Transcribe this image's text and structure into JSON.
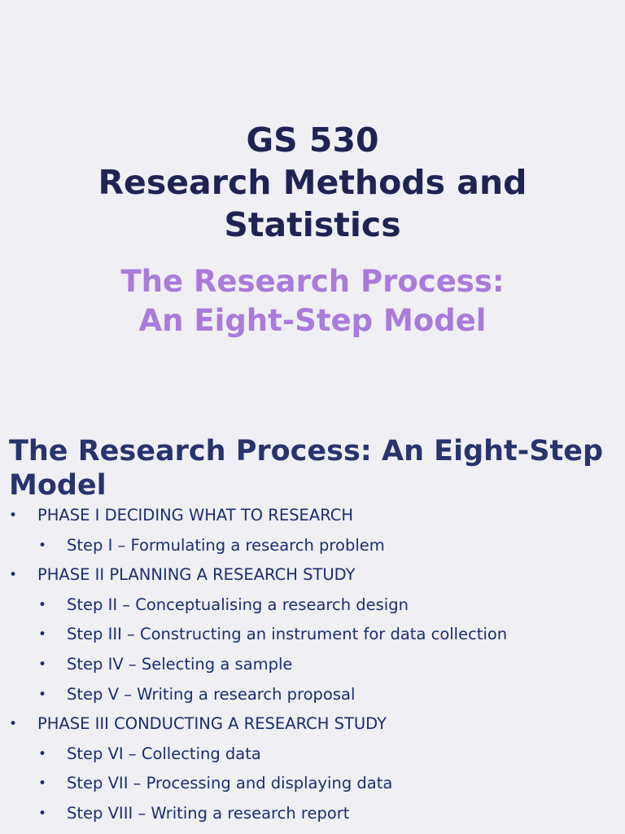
{
  "slide1": {
    "title_lines": [
      "GS 530",
      "Research Methods and",
      "Statistics"
    ],
    "subtitle_lines": [
      "The Research Process:",
      "An Eight-Step Model"
    ]
  },
  "slide2": {
    "title": "The Research Process: An Eight-Step Model",
    "bullet_glyph": "•",
    "items": [
      {
        "level": 1,
        "text": "PHASE I DECIDING WHAT TO RESEARCH"
      },
      {
        "level": 2,
        "text": "Step I – Formulating a research problem"
      },
      {
        "level": 1,
        "text": "PHASE II PLANNING A RESEARCH STUDY"
      },
      {
        "level": 2,
        "text": "Step II – Conceptualising a research design"
      },
      {
        "level": 2,
        "text": "Step III – Constructing an instrument for data collection"
      },
      {
        "level": 2,
        "text": "Step IV – Selecting a sample"
      },
      {
        "level": 2,
        "text": "Step V – Writing a research proposal"
      },
      {
        "level": 1,
        "text": "PHASE III CONDUCTING A RESEARCH STUDY"
      },
      {
        "level": 2,
        "text": "Step VI – Collecting data"
      },
      {
        "level": 2,
        "text": "Step VII – Processing and displaying data"
      },
      {
        "level": 2,
        "text": "Step VIII – Writing a research report"
      }
    ]
  },
  "colors": {
    "background": "#f0eff4",
    "title": "#1f2354",
    "subtitle": "#a97bdb",
    "slide2_title": "#29336e",
    "bullet_text": "#1a2e6e"
  }
}
